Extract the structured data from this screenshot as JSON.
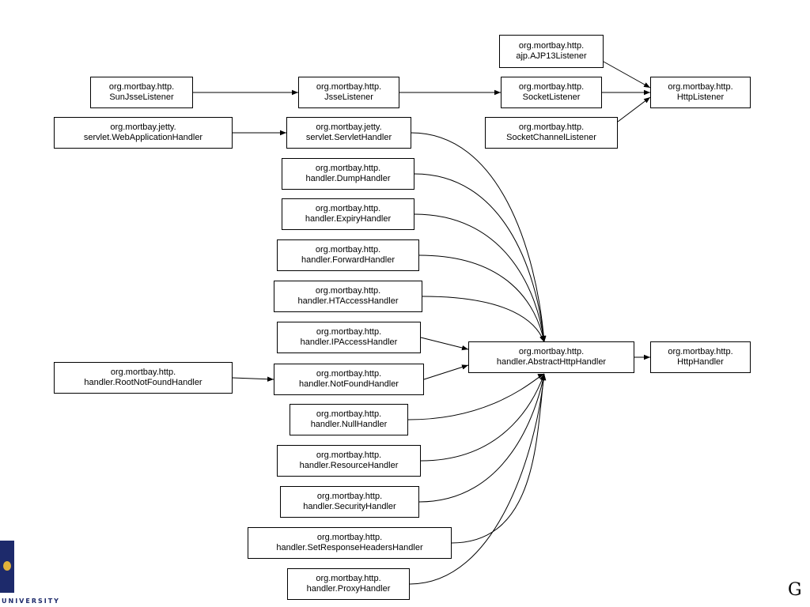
{
  "nodes": [
    {
      "id": "ajp13",
      "lines": [
        "org.mortbay.http.",
        "ajp.AJP13Listener"
      ]
    },
    {
      "id": "sunjsse",
      "lines": [
        "org.mortbay.http.",
        "SunJsseListener"
      ]
    },
    {
      "id": "jsse",
      "lines": [
        "org.mortbay.http.",
        "JsseListener"
      ]
    },
    {
      "id": "socket",
      "lines": [
        "org.mortbay.http.",
        "SocketListener"
      ]
    },
    {
      "id": "httplistener",
      "lines": [
        "org.mortbay.http.",
        "HttpListener"
      ]
    },
    {
      "id": "webapp",
      "lines": [
        "org.mortbay.jetty.",
        "servlet.WebApplicationHandler"
      ]
    },
    {
      "id": "servlet",
      "lines": [
        "org.mortbay.jetty.",
        "servlet.ServletHandler"
      ]
    },
    {
      "id": "socketchannel",
      "lines": [
        "org.mortbay.http.",
        "SocketChannelListener"
      ]
    },
    {
      "id": "dump",
      "lines": [
        "org.mortbay.http.",
        "handler.DumpHandler"
      ]
    },
    {
      "id": "expiry",
      "lines": [
        "org.mortbay.http.",
        "handler.ExpiryHandler"
      ]
    },
    {
      "id": "forward",
      "lines": [
        "org.mortbay.http.",
        "handler.ForwardHandler"
      ]
    },
    {
      "id": "htaccess",
      "lines": [
        "org.mortbay.http.",
        "handler.HTAccessHandler"
      ]
    },
    {
      "id": "ipaccess",
      "lines": [
        "org.mortbay.http.",
        "handler.IPAccessHandler"
      ]
    },
    {
      "id": "abstract",
      "lines": [
        "org.mortbay.http.",
        "handler.AbstractHttpHandler"
      ]
    },
    {
      "id": "httphandler",
      "lines": [
        "org.mortbay.http.",
        "HttpHandler"
      ]
    },
    {
      "id": "rootnotfound",
      "lines": [
        "org.mortbay.http.",
        "handler.RootNotFoundHandler"
      ]
    },
    {
      "id": "notfound",
      "lines": [
        "org.mortbay.http.",
        "handler.NotFoundHandler"
      ]
    },
    {
      "id": "null",
      "lines": [
        "org.mortbay.http.",
        "handler.NullHandler"
      ]
    },
    {
      "id": "resource",
      "lines": [
        "org.mortbay.http.",
        "handler.ResourceHandler"
      ]
    },
    {
      "id": "security",
      "lines": [
        "org.mortbay.http.",
        "handler.SecurityHandler"
      ]
    },
    {
      "id": "setresponse",
      "lines": [
        "org.mortbay.http.",
        "handler.SetResponseHeadersHandler"
      ]
    },
    {
      "id": "proxy",
      "lines": [
        "org.mortbay.http.",
        "handler.ProxyHandler"
      ]
    }
  ],
  "edges": [
    [
      "sunjsse",
      "jsse"
    ],
    [
      "jsse",
      "socket"
    ],
    [
      "socket",
      "httplistener"
    ],
    [
      "ajp13",
      "httplistener"
    ],
    [
      "socketchannel",
      "httplistener"
    ],
    [
      "webapp",
      "servlet"
    ],
    [
      "rootnotfound",
      "notfound"
    ],
    [
      "servlet",
      "abstract"
    ],
    [
      "dump",
      "abstract"
    ],
    [
      "expiry",
      "abstract"
    ],
    [
      "forward",
      "abstract"
    ],
    [
      "htaccess",
      "abstract"
    ],
    [
      "ipaccess",
      "abstract"
    ],
    [
      "notfound",
      "abstract"
    ],
    [
      "null",
      "abstract"
    ],
    [
      "resource",
      "abstract"
    ],
    [
      "security",
      "abstract"
    ],
    [
      "setresponse",
      "abstract"
    ],
    [
      "proxy",
      "abstract"
    ],
    [
      "abstract",
      "httphandler"
    ]
  ],
  "logo": {
    "text": "UNIVERSITY",
    "colors": {
      "navy": "#1d2a6b",
      "gold": "#e2b23a"
    }
  },
  "corner_glyph": "G"
}
